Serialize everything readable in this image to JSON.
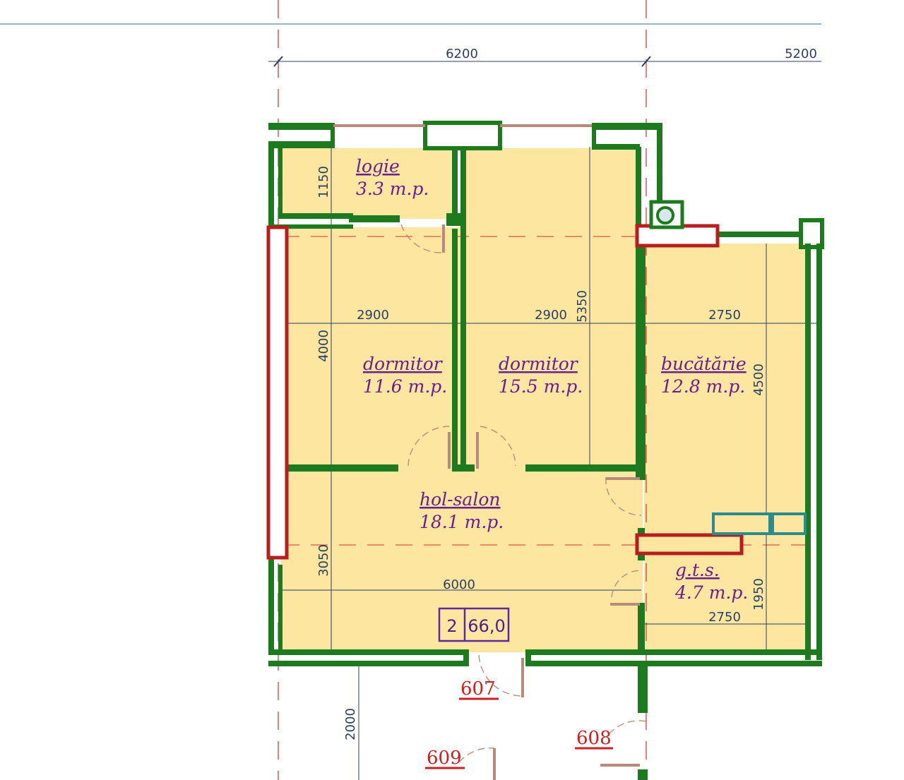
{
  "colors": {
    "wall": "#1e7a1e",
    "floor": "#fde6a0",
    "room_text": "#6a1f8f",
    "unit_text": "#cc1f1f",
    "dimension": "#2a3f63",
    "axis": "#d23030",
    "column": "#b91e1e",
    "vent": "#2a8c8c",
    "badge": "#5b2a9e"
  },
  "dimensions": {
    "top_left": "6200",
    "top_right": "5200",
    "logie_height": "1150",
    "span_1": "2900",
    "span_2": "2900",
    "span_3": "2750",
    "middle_height": "5350",
    "bedroom_height": "4000",
    "kitchen_height": "4500",
    "hall_height": "3050",
    "hall_width": "6000",
    "bath_height": "1950",
    "bath_width": "2750",
    "corridor_height": "2000"
  },
  "rooms": {
    "logie": {
      "name": "logie",
      "area": "3.3 m.p."
    },
    "bedroom_1": {
      "name": "dormitor",
      "area": "11.6 m.p."
    },
    "bedroom_2": {
      "name": "dormitor",
      "area": "15.5 m.p."
    },
    "kitchen": {
      "name": "bucătărie",
      "area": "12.8 m.p."
    },
    "hall": {
      "name": "hol-salon",
      "area": "18.1 m.p."
    },
    "bathroom": {
      "name": "g.t.s.",
      "area": "4.7 m.p."
    }
  },
  "apartment": {
    "rooms_count": "2",
    "area": "66,0"
  },
  "units": {
    "u607": "607",
    "u608": "608",
    "u609": "609"
  }
}
